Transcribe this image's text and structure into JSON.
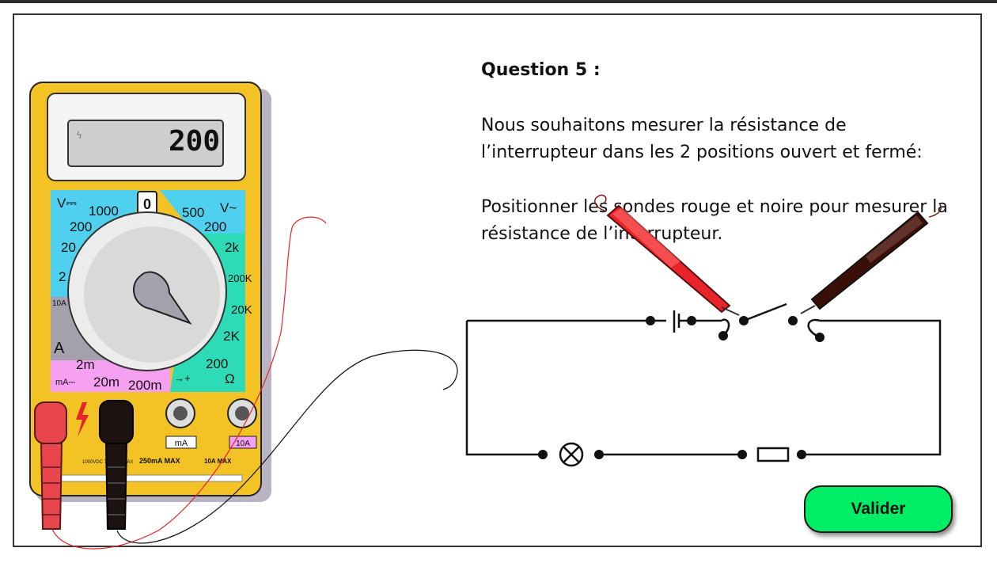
{
  "question": {
    "title": "Question 5 :",
    "line1": "Nous souhaitons mesurer la résistance de l’interrupteur dans les 2 positions ouvert et fermé:",
    "line2": "Positionner les sondes rouge et noire pour mesurer la résistance de l’interrupteur."
  },
  "multimeter": {
    "display": "200",
    "dial_top": "0",
    "scale_labels": {
      "vdc": "V⎓",
      "vac": "V~",
      "v1000": "1000",
      "v200": "200",
      "v20": "20",
      "v2": "2",
      "vac500": "500",
      "vac200": "200",
      "r2k_small": "2k",
      "r200k": "200K",
      "r20k": "20K",
      "r2k": "2K",
      "r200": "200",
      "ohm": "Ω",
      "a10": "10A",
      "a": "A",
      "m2": "2m",
      "m20": "20m",
      "m200": "200m",
      "ma_dc": "mA⎓",
      "diode": "→+"
    },
    "jacks": {
      "ma_label": "mA",
      "a10_label": "10A",
      "warn1": "1000VDC 750VCA MAX",
      "warn2": "250mA MAX",
      "warn3": "10A MAX"
    }
  },
  "validate_button": "Valider",
  "colors": {
    "meter_body": "#f3c224",
    "meter_blue": "#4fd0ee",
    "meter_green": "#2ddcb6",
    "meter_pink": "#f5a0f0",
    "meter_gray": "#a5a1ac",
    "probe_red": "#e8242a",
    "probe_black": "#2a0d08",
    "button_green": "#00ee66"
  }
}
